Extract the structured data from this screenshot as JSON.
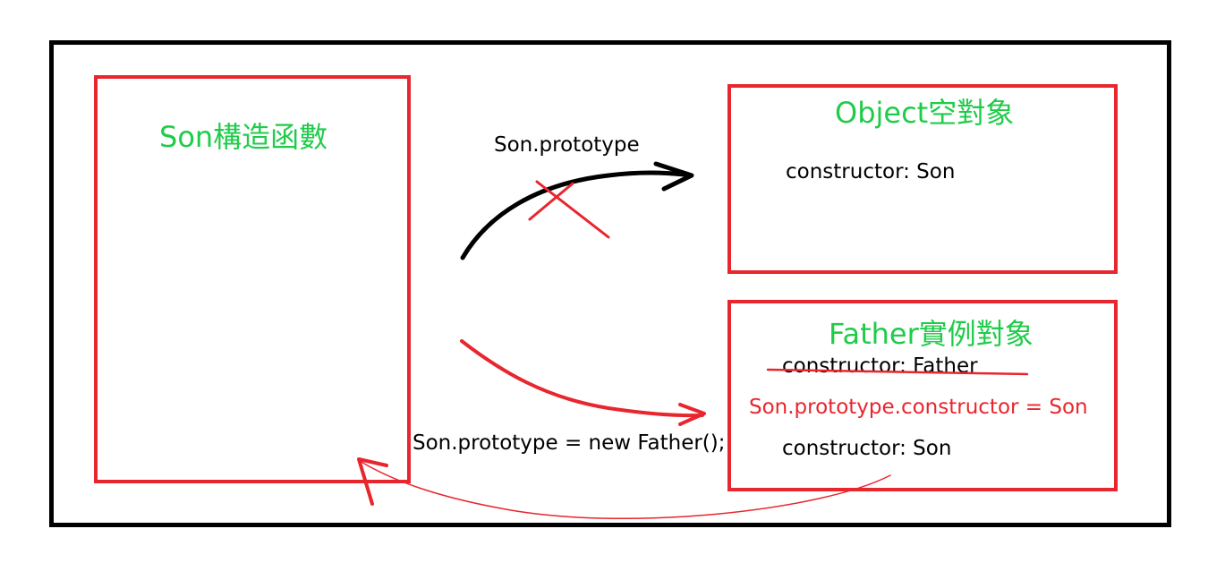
{
  "boxes": {
    "son": {
      "title": "Son構造函數"
    },
    "object": {
      "title": "Object空對象",
      "constructor_line": "constructor: Son"
    },
    "father": {
      "title": "Father實例對象",
      "struck_line": "constructor: Father",
      "fix_code": "Son.prototype.constructor = Son",
      "constructor_line": "constructor: Son"
    }
  },
  "arrows": {
    "old_prototype_label": "Son.prototype",
    "new_prototype_label": "Son.prototype = new Father();"
  },
  "colors": {
    "box_border": "#e8262e",
    "title": "#1fcc4a",
    "frame": "#000000",
    "strike": "#e8262e"
  }
}
